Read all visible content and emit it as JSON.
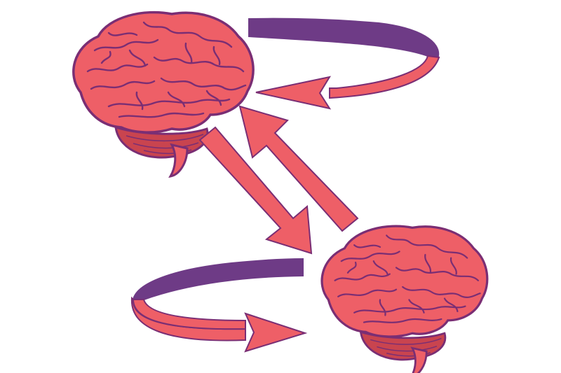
{
  "diagram": {
    "colors": {
      "background": "#ffffff",
      "coral": "#ee5f67",
      "purple": "#6e3b86",
      "outline": "#7a2e74",
      "dark_coral": "#c9444f"
    },
    "nodes": [
      {
        "id": "brain-top-left",
        "icon": "brain-icon"
      },
      {
        "id": "brain-bottom-right",
        "icon": "brain-icon"
      }
    ],
    "edges": [
      {
        "from": "brain-top-left",
        "to": "brain-top-left",
        "kind": "self-loop"
      },
      {
        "from": "brain-bottom-right",
        "to": "brain-bottom-right",
        "kind": "self-loop"
      },
      {
        "from": "brain-top-left",
        "to": "brain-bottom-right",
        "kind": "straight"
      },
      {
        "from": "brain-bottom-right",
        "to": "brain-top-left",
        "kind": "straight"
      }
    ]
  }
}
